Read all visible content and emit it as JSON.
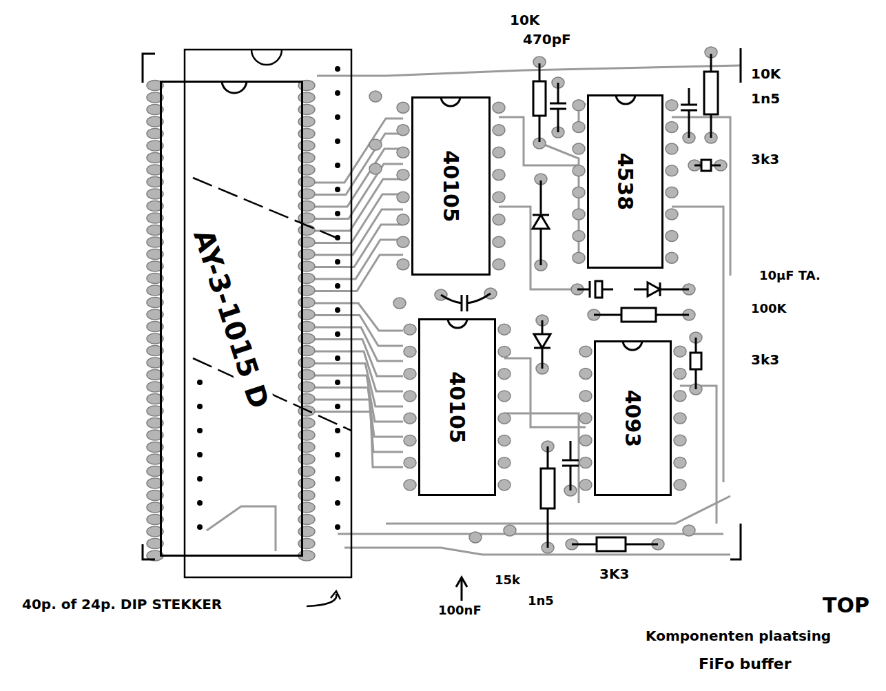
{
  "diagram": {
    "nodes": [
      {
        "text": [
          "AY-3-1015 D"
        ]
      },
      {
        "text": [
          "40105"
        ]
      },
      {
        "text": [
          "4538"
        ]
      },
      {
        "text": [
          "40105"
        ]
      },
      {
        "text": [
          "4093"
        ]
      }
    ],
    "labels": [
      "10K",
      "470pF",
      "10K",
      "1n5",
      "3k3",
      "10µF TA.",
      "100K",
      "3k3",
      "15k",
      "1n5",
      "3K3",
      "100nF",
      "40p. of 24p. DIP STEKKER",
      "TOP",
      "Komponenten plaatsing",
      "FiFo buffer"
    ]
  }
}
